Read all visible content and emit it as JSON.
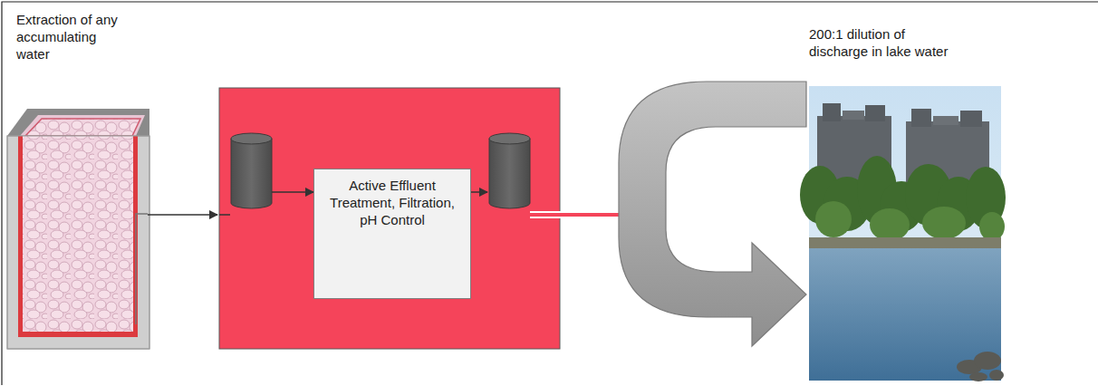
{
  "diagram": {
    "nodes": [
      {
        "text": [
          "Active Effluent Treatment, Filtration, pH Control"
        ]
      }
    ],
    "labels": [
      "Extraction of any accumulating water",
      "200:1 dilution of discharge in lake water"
    ]
  }
}
